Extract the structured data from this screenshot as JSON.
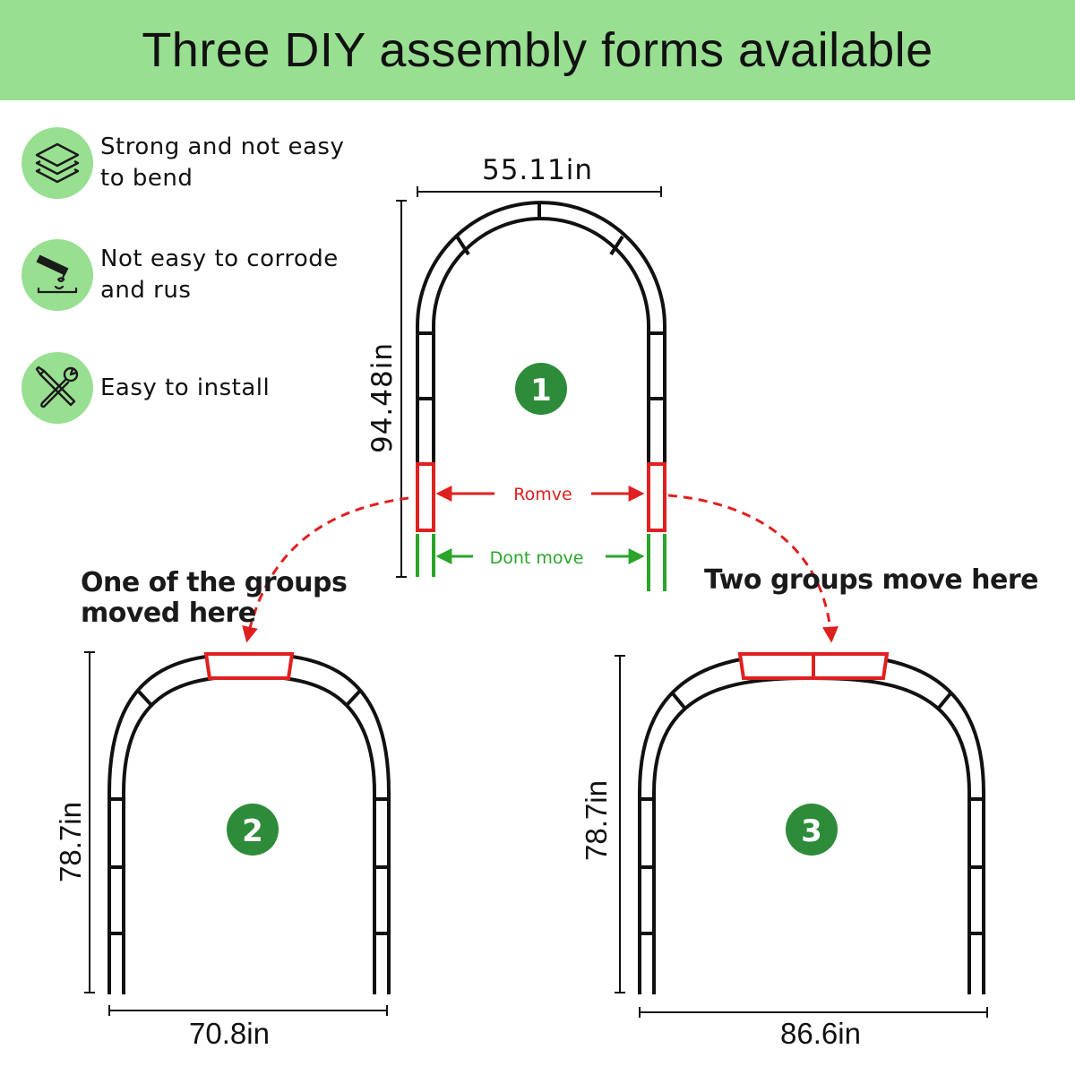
{
  "title": "Three DIY assembly forms available",
  "features": [
    {
      "icon": "layers-icon",
      "line1": "Strong and not easy",
      "line2": "to bend"
    },
    {
      "icon": "corrosion-icon",
      "line1": "Not easy to corrode",
      "line2": "and rus"
    },
    {
      "icon": "tools-icon",
      "line1": "Easy to install",
      "line2": ""
    }
  ],
  "arch1": {
    "number": "1",
    "width": "55.11in",
    "height": "94.48in"
  },
  "arch2": {
    "number": "2",
    "width": "70.8in",
    "height": "78.7in"
  },
  "arch3": {
    "number": "3",
    "width": "86.6in",
    "height": "78.7in"
  },
  "labels": {
    "remove": "Romve",
    "dont_move": "Dont move",
    "one_group_line1": "One of the groups",
    "one_group_line2": "moved here",
    "two_groups": "Two groups move here"
  },
  "colors": {
    "banner": "#98df91",
    "badge": "#2e8b3a",
    "remove": "#e02020",
    "keep": "#2aa52a"
  }
}
